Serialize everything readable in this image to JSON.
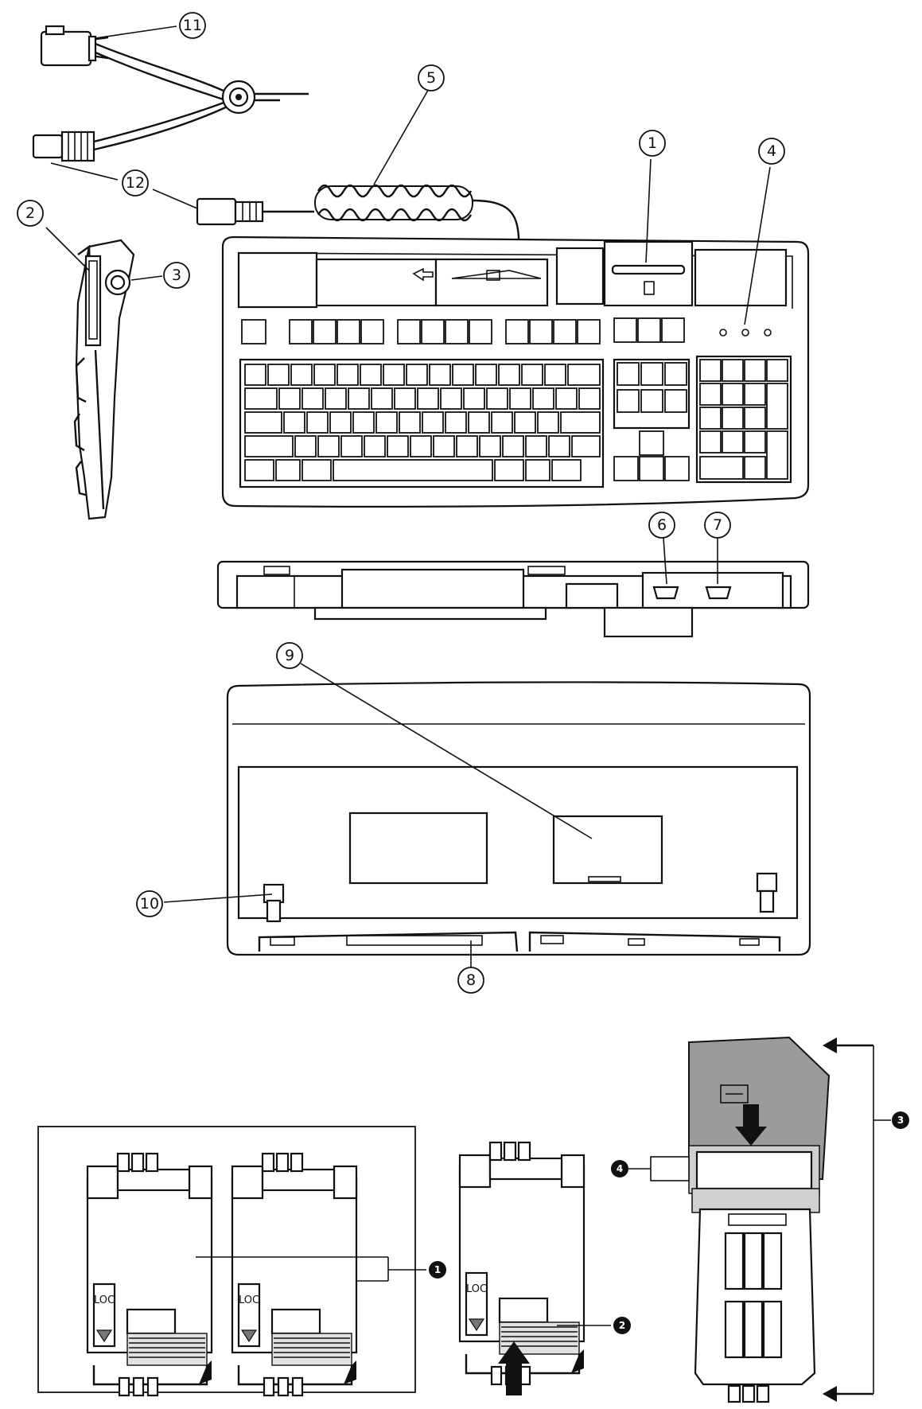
{
  "callouts_top": [
    "1",
    "2",
    "3",
    "4",
    "5",
    "6",
    "7",
    "8",
    "9",
    "10",
    "11",
    "12"
  ],
  "callouts_bottom": [
    "1",
    "2",
    "3",
    "4"
  ],
  "lock_label": "LOC"
}
